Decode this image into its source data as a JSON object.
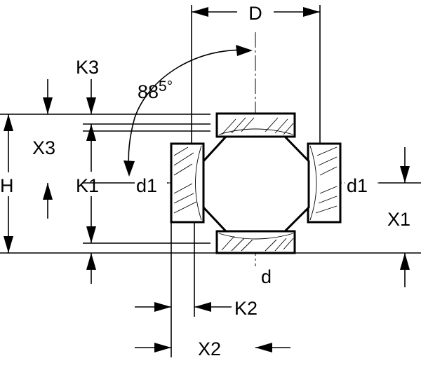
{
  "diagram": {
    "labels": {
      "D": "D",
      "K3": "K3",
      "angle_main": "88",
      "angle_sup": "5°",
      "X3": "X3",
      "H": "H",
      "K1": "K1",
      "d1_left": "d1",
      "d1_right": "d1",
      "X1": "X1",
      "d": "d",
      "K2": "K2",
      "X2": "X2"
    },
    "colors": {
      "line": "#000000",
      "background": "#ffffff"
    }
  }
}
